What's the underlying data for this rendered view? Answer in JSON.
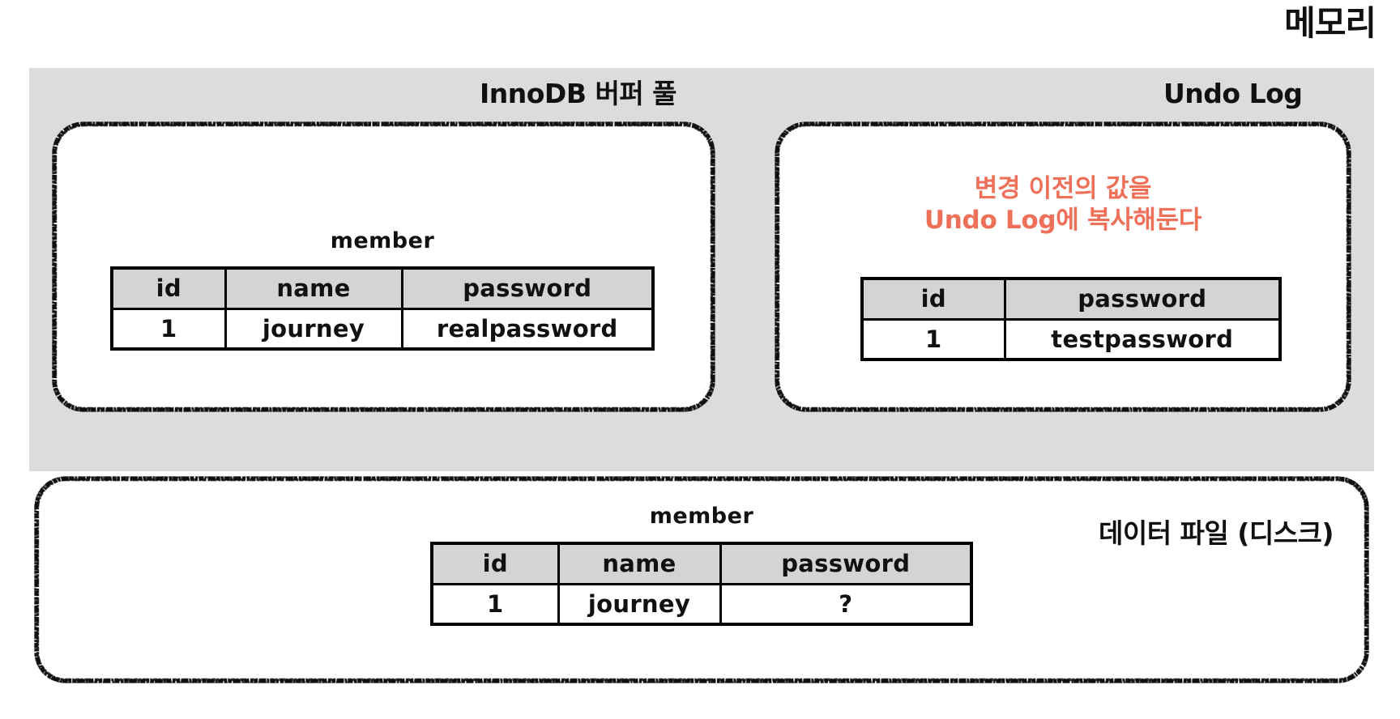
{
  "page": {
    "title": "메모리"
  },
  "memory": {
    "buffer_pool": {
      "label": "InnoDB 버퍼 풀",
      "table": {
        "caption": "member",
        "columns": [
          "id",
          "name",
          "password"
        ],
        "rows": [
          [
            "1",
            "journey",
            "realpassword"
          ]
        ]
      }
    },
    "undo_log": {
      "label": "Undo Log",
      "note_line1": "변경 이전의 값을",
      "note_line2": "Undo Log에 복사해둔다",
      "note_color": "#ef7059",
      "table": {
        "columns": [
          "id",
          "password"
        ],
        "rows": [
          [
            "1",
            "testpassword"
          ]
        ]
      }
    }
  },
  "disk": {
    "label": "데이터 파일 (디스크)",
    "table": {
      "caption": "member",
      "columns": [
        "id",
        "name",
        "password"
      ],
      "rows": [
        [
          "1",
          "journey",
          "?"
        ]
      ]
    }
  },
  "colors": {
    "memory_region_bg": "#dcdcdc",
    "table_header_bg": "#d4d4d4",
    "stroke": "#000000",
    "accent_red": "#ef7059"
  }
}
